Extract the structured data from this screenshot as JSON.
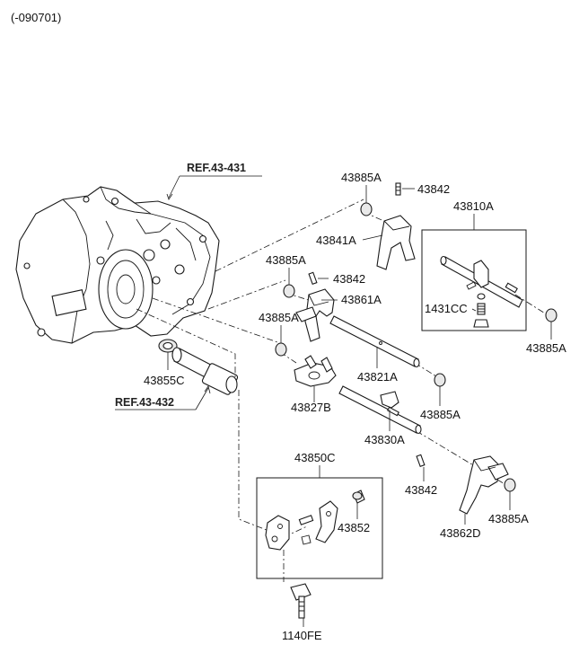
{
  "header": {
    "code": "(-090701)"
  },
  "refs": {
    "ref_431": "REF.43-431",
    "ref_432": "REF.43-432"
  },
  "labels": {
    "p43885A_1": "43885A",
    "p43842_1": "43842",
    "p43810A": "43810A",
    "p43841A": "43841A",
    "p43885A_2": "43885A",
    "p43842_2": "43842",
    "p43861A": "43861A",
    "p1431CC": "1431CC",
    "p43885A_3": "43885A",
    "p43885A_4": "43885A",
    "p43855C": "43855C",
    "p43821A": "43821A",
    "p43827B": "43827B",
    "p43885A_5": "43885A",
    "p43830A": "43830A",
    "p43850C": "43850C",
    "p43842_3": "43842",
    "p43885A_6": "43885A",
    "p43852": "43852",
    "p43862D": "43862D",
    "p1140FE": "1140FE"
  }
}
